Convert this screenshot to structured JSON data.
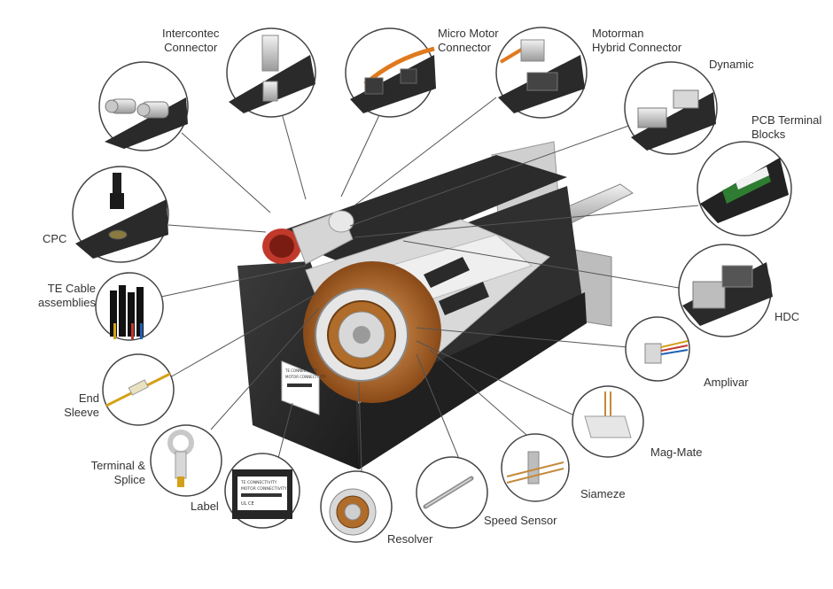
{
  "diagram": {
    "labels": {
      "intercontec": "Intercontec\nConnector",
      "micro_motor": "Micro Motor\nConnector",
      "motorman": "Motorman\nHybrid Connector",
      "dynamic": "Dynamic",
      "pcb_terminal": "PCB Terminal\nBlocks",
      "cpc": "CPC",
      "te_cable": "TE Cable\nassemblies",
      "hdc": "HDC",
      "end_sleeve": "End\nSleeve",
      "amplivar": "Amplivar",
      "mag_mate": "Mag-Mate",
      "terminal_splice": "Terminal &\nSplice",
      "siameze": "Siameze",
      "label": "Label",
      "speed_sensor": "Speed Sensor",
      "resolver": "Resolver"
    },
    "product_label": {
      "brand": "TE CONNECTIVITY",
      "line": "MOTOR CONNECTIVITY",
      "marks": "UL CE"
    },
    "colors": {
      "motor_body": "#262626",
      "motor_highlight": "#3a3a3a",
      "cutaway": "#d9d9d9",
      "copper": "#b8692a",
      "leader": "#555555",
      "circle_border": "#444444"
    }
  }
}
